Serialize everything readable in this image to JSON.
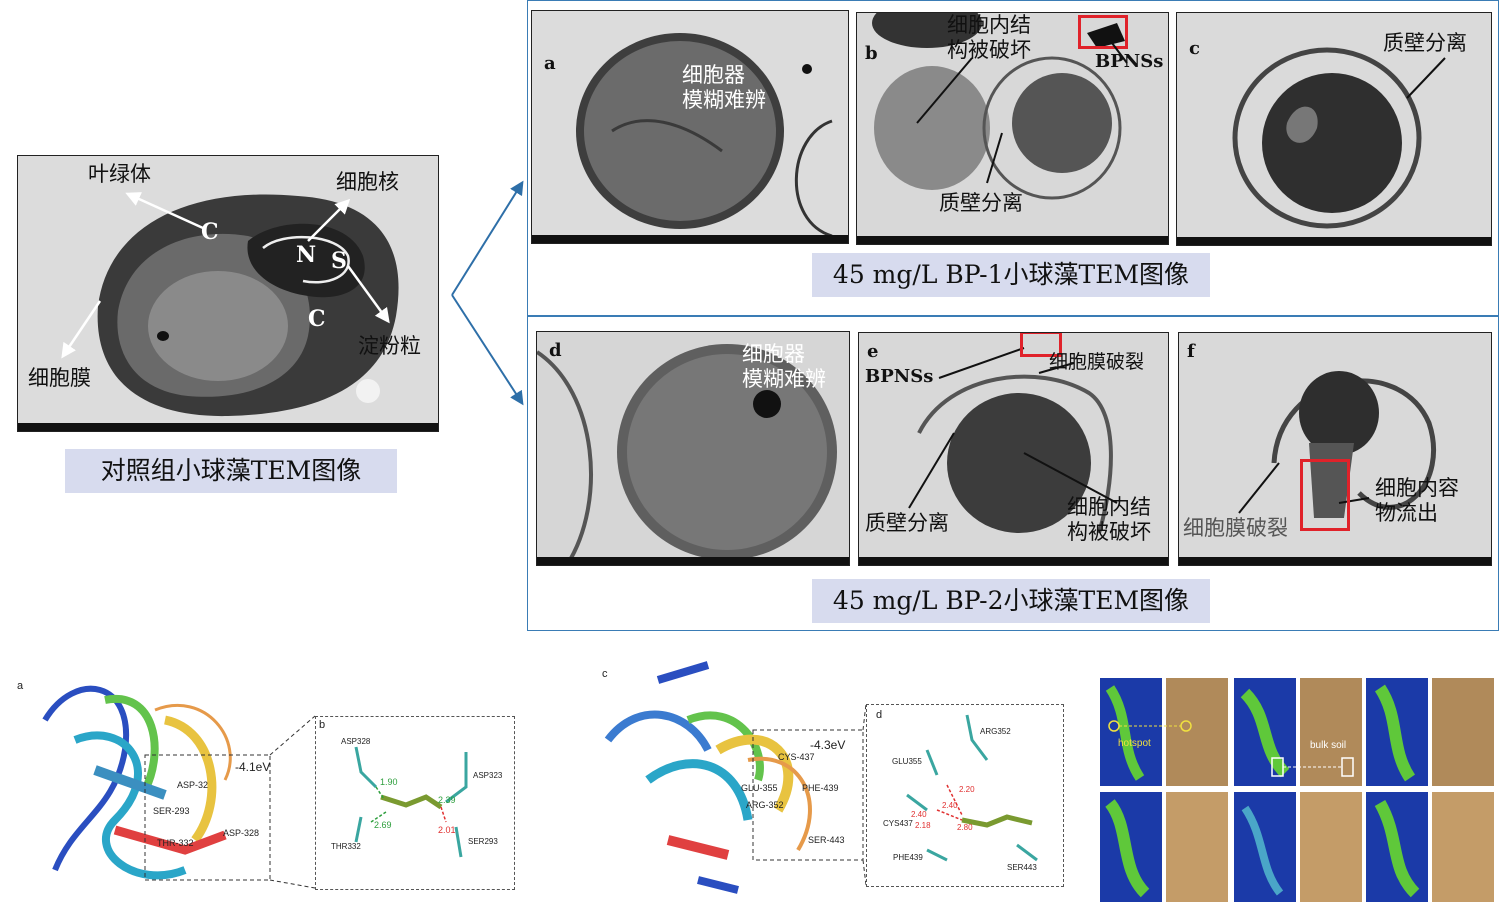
{
  "control": {
    "caption": "对照组小球藻TEM图像",
    "labels": {
      "chloroplast": "叶绿体",
      "nucleus": "细胞核",
      "starch": "淀粉粒",
      "membrane": "细胞膜",
      "c1": "C",
      "c2": "C",
      "n": "N",
      "s": "S"
    }
  },
  "bp1": {
    "caption": "45 mg/L BP-1小球藻TEM图像",
    "a": {
      "letter": "a",
      "label": "细胞器\n模糊难辨"
    },
    "b": {
      "letter": "b",
      "label_top": "细胞内结\n构被破坏",
      "bpnss": "BPNSs",
      "plasmolysis": "质壁分离"
    },
    "c": {
      "letter": "c",
      "plasmolysis": "质壁分离"
    }
  },
  "bp2": {
    "caption": "45 mg/L BP-2小球藻TEM图像",
    "d": {
      "letter": "d",
      "label": "细胞器\n模糊难辨"
    },
    "e": {
      "letter": "e",
      "bpnss": "BPNSs",
      "rupture": "细胞膜破裂",
      "plasmolysis": "质壁分离",
      "damage": "细胞内结\n构被破坏"
    },
    "f": {
      "letter": "f",
      "outflow": "细胞内容\n物流出",
      "rupture": "细胞膜破裂"
    }
  },
  "docking": {
    "left": {
      "panel_a": "a",
      "panel_b": "b",
      "energy": "-4.1eV",
      "residues": [
        "ASP-32",
        "SER-293",
        "THR-332",
        "ASP-328"
      ],
      "detail_residues": [
        "ASP328",
        "ASP323",
        "THR332",
        "SER293"
      ],
      "distances": [
        "1.90",
        "2.39",
        "2.69",
        "2.01"
      ]
    },
    "right": {
      "panel_c": "c",
      "panel_d": "d",
      "energy": "-4.3eV",
      "residues": [
        "CYS-437",
        "GLU-355",
        "ARG-352",
        "PHE-439",
        "SER-443"
      ],
      "detail_residues": [
        "ARG352",
        "GLU355",
        "CYS437",
        "PHE439",
        "SER443"
      ],
      "distances": [
        "2.20",
        "2.40",
        "2.40",
        "2.18",
        "2.80"
      ]
    }
  },
  "soil": {
    "hotspot": "hotspot",
    "bulk": "bulk soil"
  }
}
